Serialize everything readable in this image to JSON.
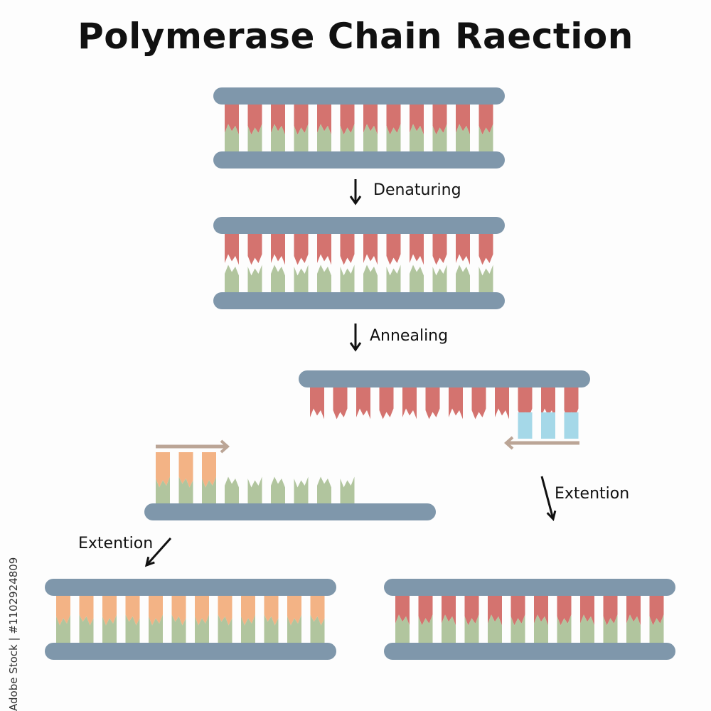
{
  "title": "Polymerase Chain Raection",
  "steps": {
    "denaturing": "Denaturing",
    "annealing": "Annealing",
    "extension_left": "Extention",
    "extension_right": "Extention"
  },
  "watermark": "Adobe Stock | #1102924809",
  "colors": {
    "backbone": "#7f97ab",
    "template_base": "#d4736f",
    "complement_base": "#b1c59e",
    "primer_forward": "#f3b385",
    "primer_reverse": "#a5d8e8",
    "primer_arrow": "#bba596",
    "text": "#111111"
  }
}
